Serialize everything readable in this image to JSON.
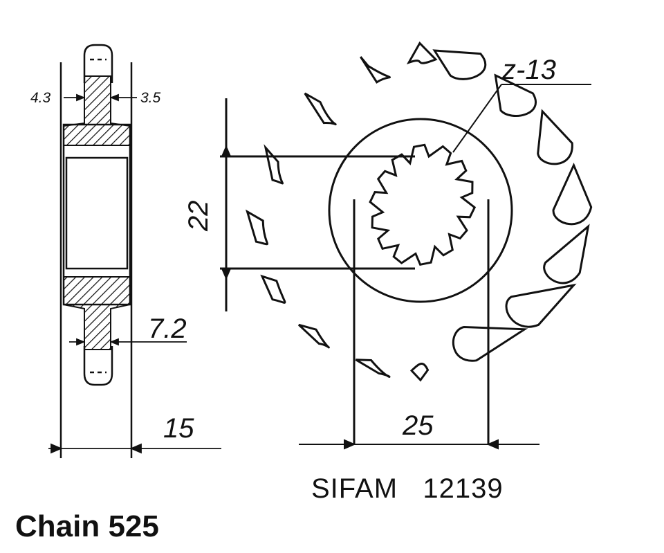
{
  "dimensions": {
    "hub_left": "4.3",
    "hub_right": "3.5",
    "tooth_thickness": "7.2",
    "overall_width": "15",
    "spline_diameter": "22",
    "bore_diameter": "25",
    "teeth_count": "z-13"
  },
  "product": {
    "brand": "SIFAM",
    "part_number": "12139"
  },
  "chain": "Chain 525"
}
